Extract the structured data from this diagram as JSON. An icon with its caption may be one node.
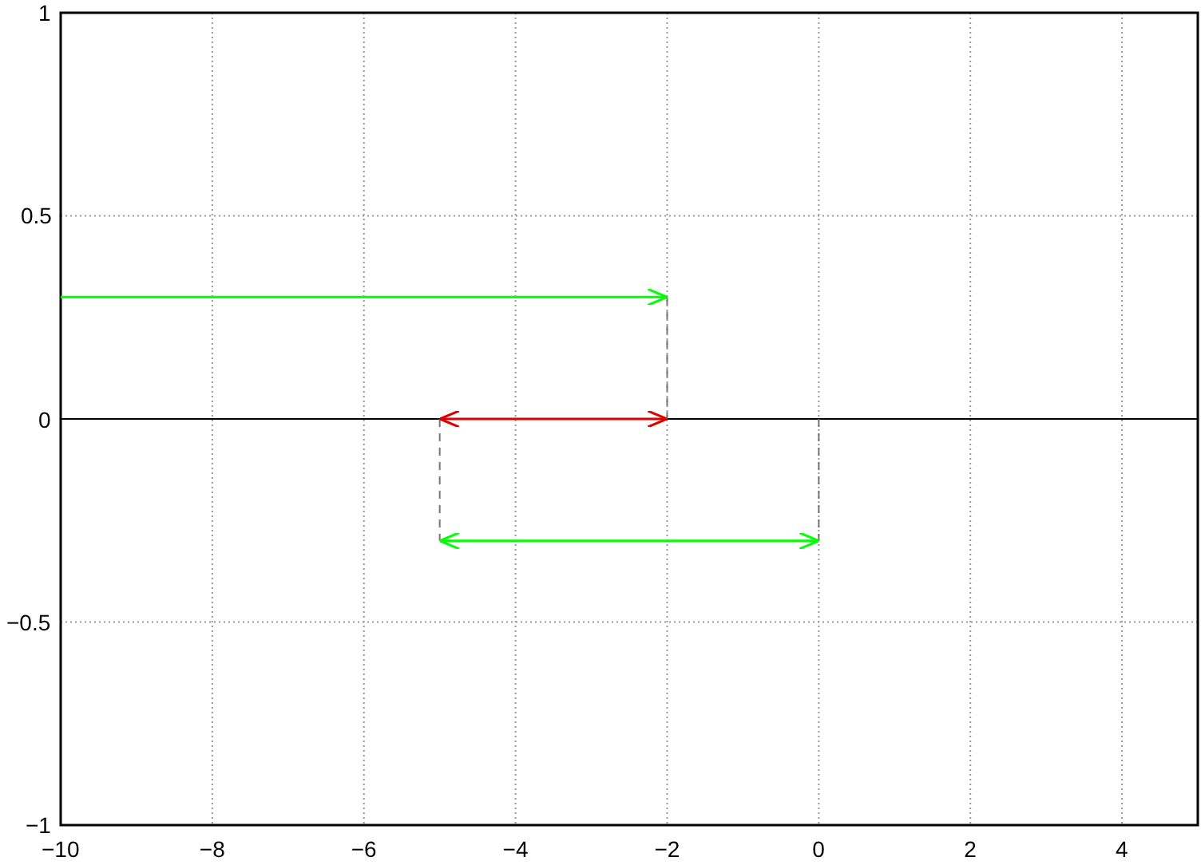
{
  "diagram": {
    "labels": [
      "1",
      "0.5",
      "0",
      "−0.5",
      "−1",
      "−10",
      "−8",
      "−6",
      "−4",
      "−2",
      "0",
      "2",
      "4"
    ]
  }
}
